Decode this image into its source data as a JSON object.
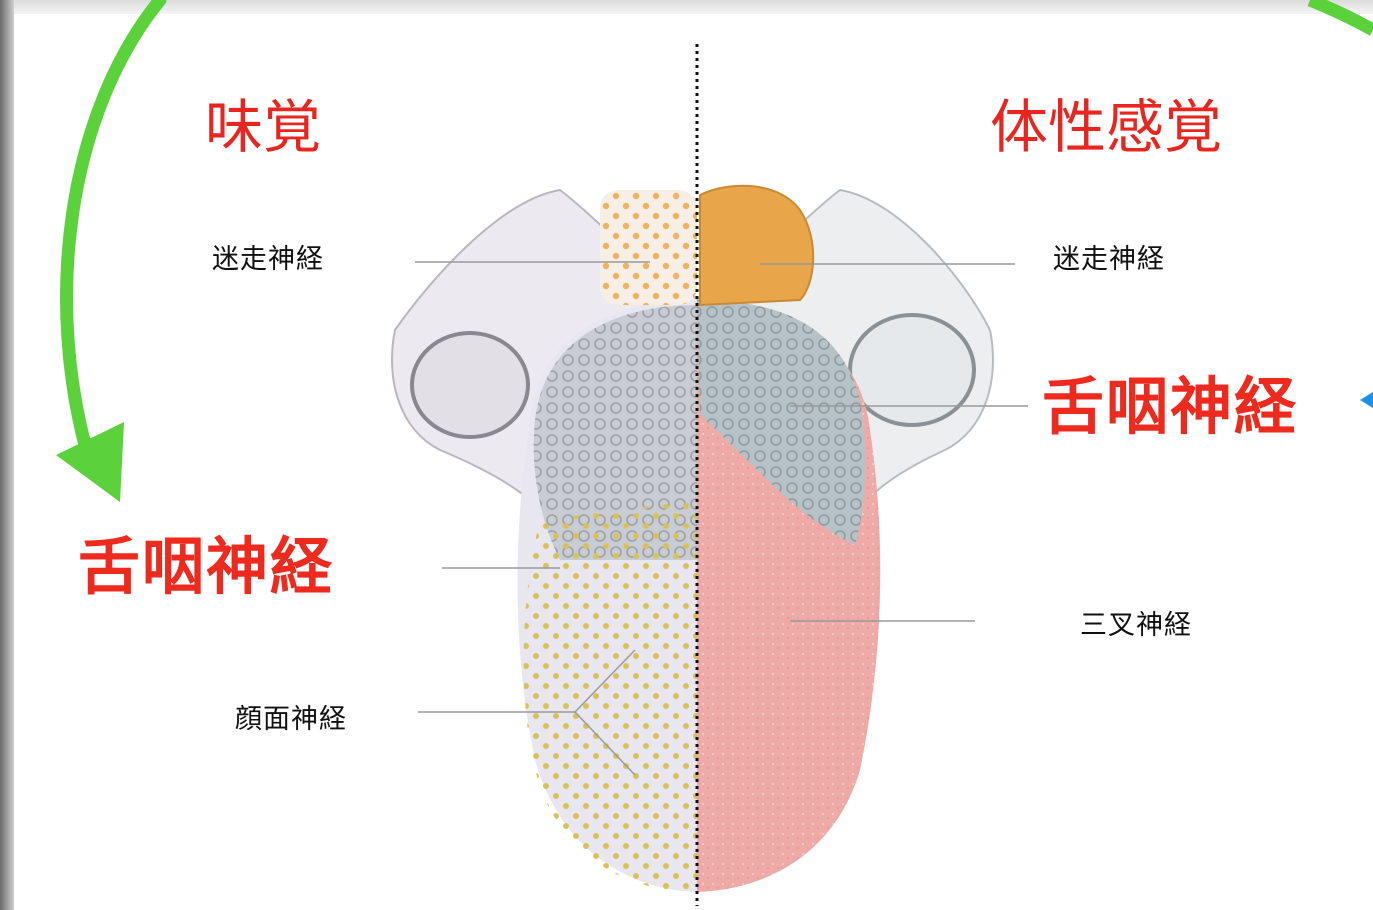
{
  "headings": {
    "left": "味覚",
    "right": "体性感覚"
  },
  "labels": {
    "left_vagus": "迷走神経",
    "left_glossopharyngeal": "舌咽神経",
    "left_facial": "顔面神経",
    "right_vagus": "迷走神経",
    "right_glossopharyngeal": "舌咽神経",
    "right_trigeminal": "三叉神経"
  },
  "colors": {
    "heading_red": "#e8251f",
    "arrow_green": "#5bd23b",
    "arrow_blue": "#1e90e6",
    "vagus_right_fill": "#e8a54a",
    "trigeminal_fill": "#eeaaa6",
    "glossopharyngeal_right_fill": "#b7c2c6",
    "taste_dots": "#d9c15a",
    "vagus_left_dots": "#f0b060"
  }
}
